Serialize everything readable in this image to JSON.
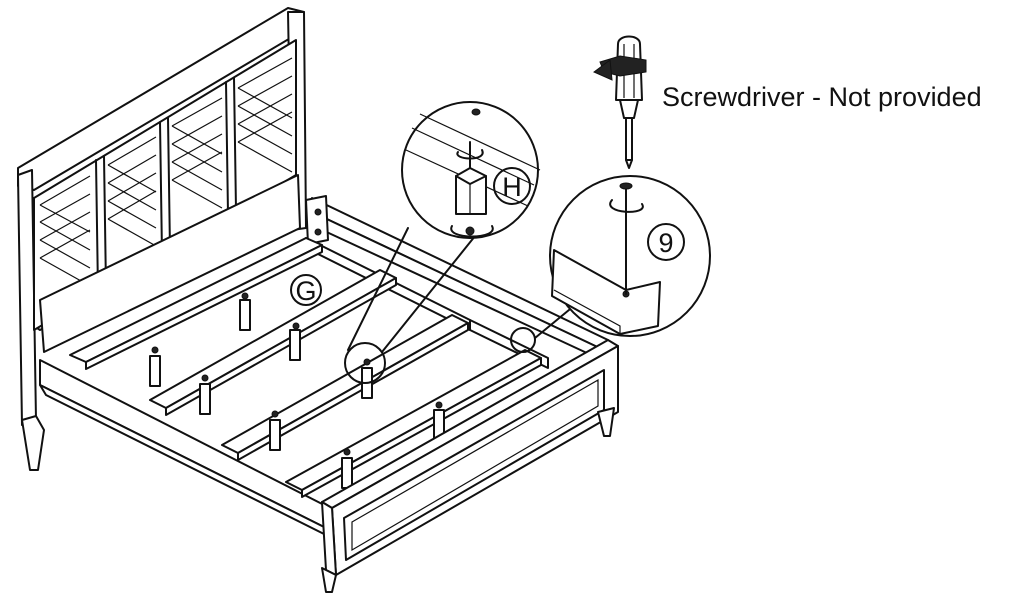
{
  "labels": {
    "slat_part": "G",
    "leg_part": "H",
    "screw_part": "9"
  },
  "tool_note": "Screwdriver - Not provided",
  "icons": [
    "screwdriver-icon",
    "rotation-arrow-icon",
    "screw-icon"
  ]
}
